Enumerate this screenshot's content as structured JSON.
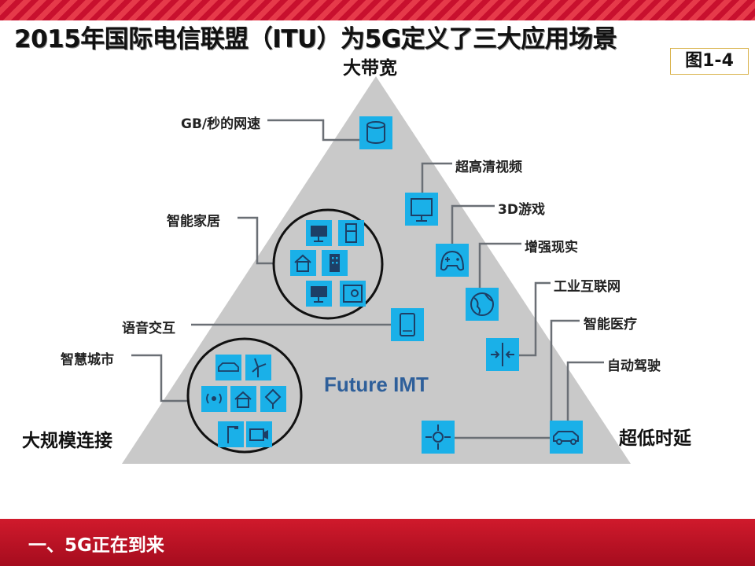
{
  "slide": {
    "title": "2015年国际电信联盟（ITU）为5G定义了三大应用场景",
    "figure_label": "图1-4",
    "section_title": "一、5G正在到来"
  },
  "diagram": {
    "corners": {
      "top": "大带宽",
      "bottom_left": "大规模连接",
      "bottom_right": "超低时延"
    },
    "center_text": "Future IMT",
    "labels": {
      "gb_speed": "GB/秒的网速",
      "uhd_video": "超高清视频",
      "smart_home": "智能家居",
      "game_3d": "3D游戏",
      "ar": "增强现实",
      "industrial_internet": "工业互联网",
      "voice": "语音交互",
      "smart_medical": "智能医疗",
      "smart_city": "智慧城市",
      "autonomous_driving": "自动驾驶"
    }
  },
  "colors": {
    "band_red": "#c8102e",
    "icon_blue": "#1ab0e8",
    "icon_dark": "#1d3f66",
    "triangle_gray": "#c9c9c9",
    "connector_gray": "#6a6f75",
    "center_text": "#2e5f9a"
  },
  "icons": [
    "database-icon",
    "monitor-icon",
    "gamepad-icon",
    "globe-icon",
    "tablet-icon",
    "arrows-converge-icon",
    "move-arrows-icon",
    "car-icon",
    "tv-icon",
    "fridge-icon",
    "house-icon",
    "building-icon",
    "safe-icon",
    "signal-icon",
    "windmill-icon",
    "tree-icon",
    "street-light-icon",
    "camera-icon"
  ]
}
